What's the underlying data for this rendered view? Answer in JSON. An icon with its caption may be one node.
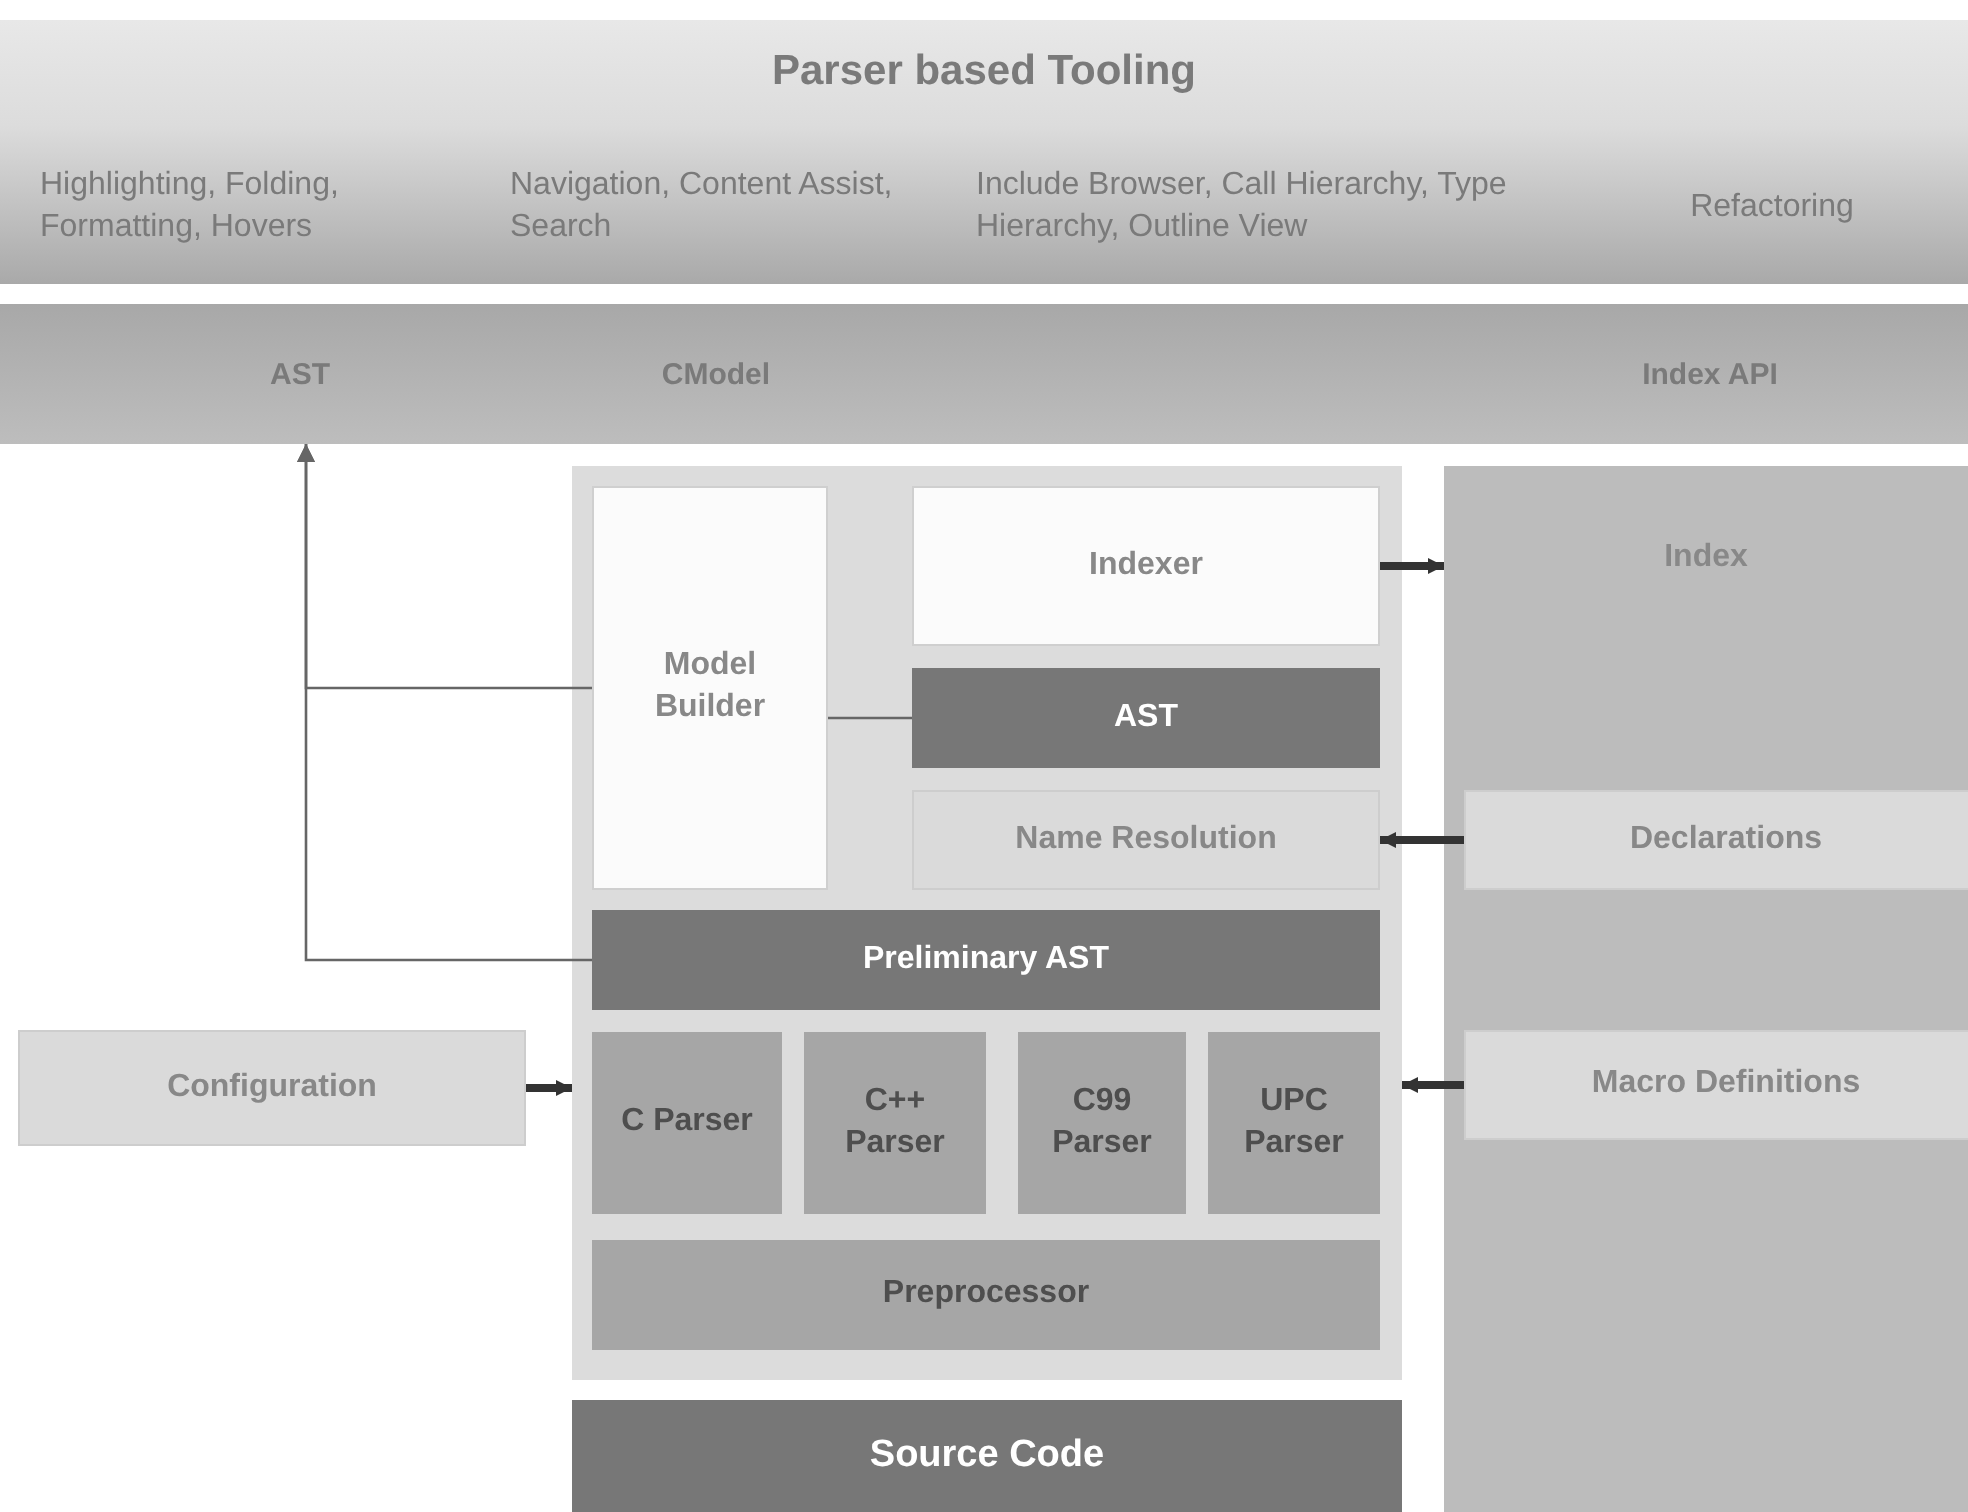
{
  "diagram": {
    "nodes": [
      {
        "text": [
          "Parser based Tooling",
          "Highlighting, Folding, Formatting, Hovers",
          "Navigation, Content Assist, Search",
          "Include Browser, Call Hierarchy, Type Hierarchy, Outline View",
          "Refactoring"
        ]
      },
      {
        "text": [
          "AST",
          "CModel",
          "Index API"
        ]
      },
      {
        "text": [],
        "shape": "box"
      },
      {
        "text": [
          "Model Builder"
        ],
        "in": 2
      },
      {
        "text": [
          "Indexer"
        ],
        "in": 2
      },
      {
        "text": [
          "AST"
        ],
        "in": 2
      },
      {
        "text": [
          "Name Resolution"
        ],
        "in": 2
      },
      {
        "text": [
          "Preliminary AST"
        ],
        "in": 2
      },
      {
        "text": [
          "C Parser"
        ],
        "in": 2
      },
      {
        "text": [
          "C++ Parser"
        ],
        "in": 2
      },
      {
        "text": [
          "C99 Parser"
        ],
        "in": 2
      },
      {
        "text": [
          "UPC Parser"
        ],
        "in": 2
      },
      {
        "text": [
          "Preprocessor"
        ],
        "in": 2
      },
      {
        "text": [
          "Source Code"
        ]
      },
      {
        "text": [
          "Configuration"
        ]
      },
      {
        "text": [
          "Index"
        ]
      },
      {
        "text": [
          "Declarations"
        ],
        "in": 15
      },
      {
        "text": [
          "Macro Definitions"
        ],
        "in": 15
      }
    ],
    "edges": [
      {
        "from": 3,
        "to": 1,
        "arrow": "to",
        "color": "#666666"
      },
      {
        "from": 7,
        "to": 1,
        "arrow": "to",
        "color": "#666666"
      },
      {
        "from": 3,
        "to": 5,
        "arrow": "none",
        "color": "#666666"
      },
      {
        "from": 4,
        "to": 15,
        "arrow": "to"
      },
      {
        "from": 16,
        "to": 6,
        "arrow": "to"
      },
      {
        "from": 14,
        "to": 2,
        "arrow": "to"
      },
      {
        "from": 17,
        "to": 2,
        "arrow": "to"
      }
    ]
  }
}
